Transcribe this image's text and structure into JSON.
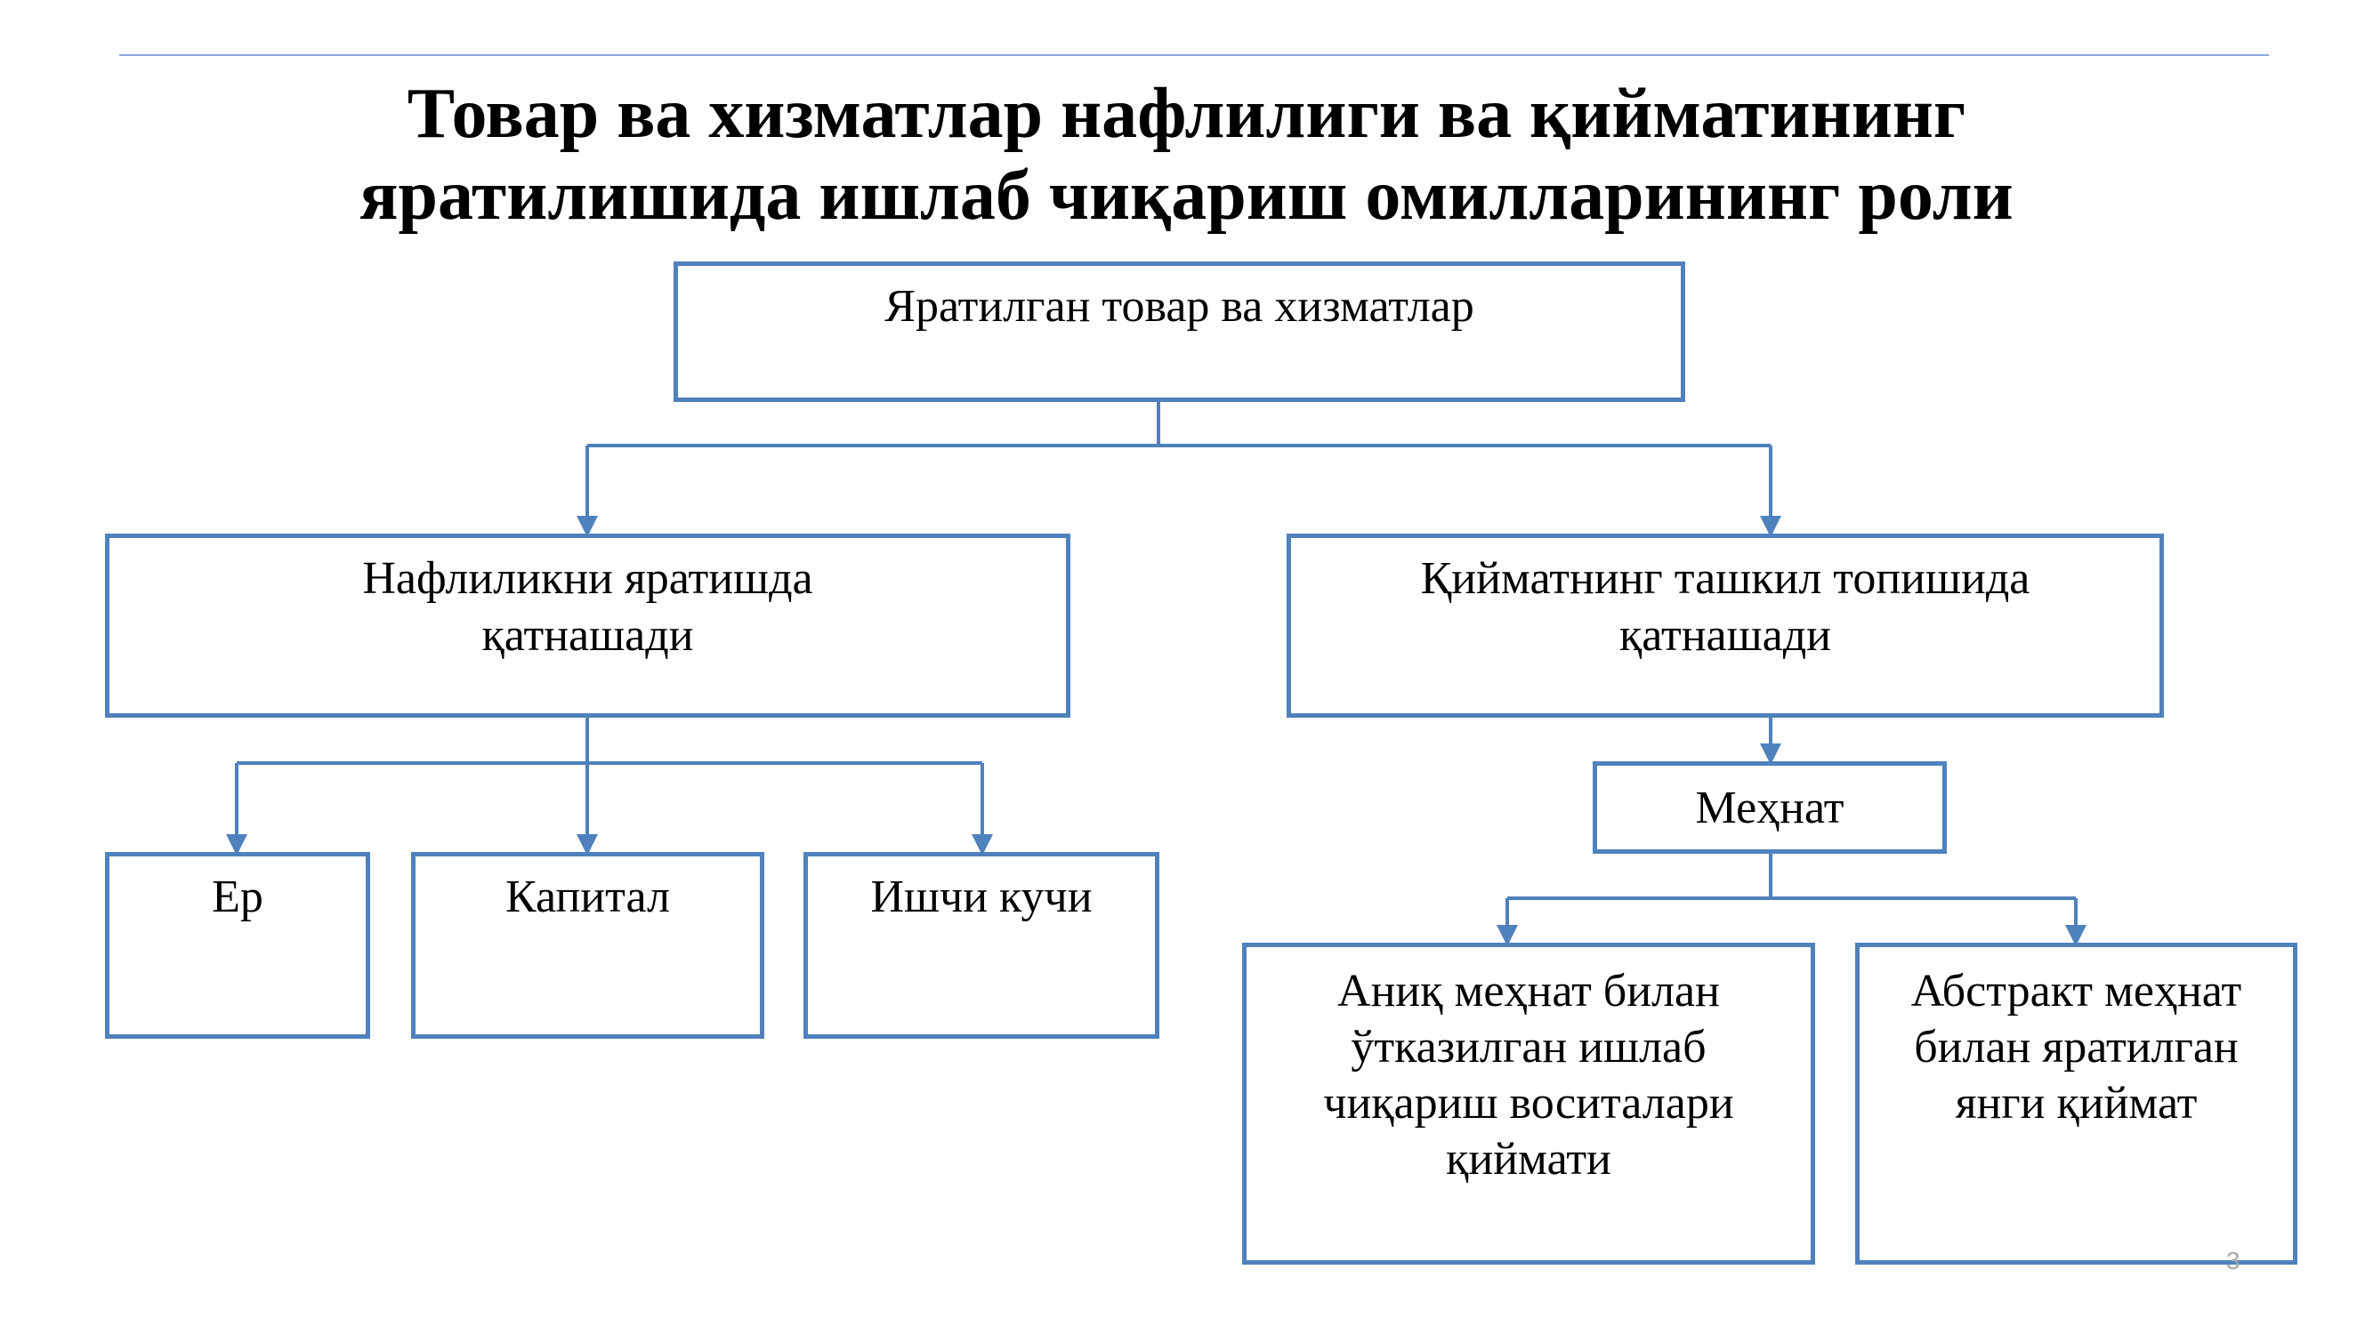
{
  "title": {
    "line1": "Товар ва хизматлар нафлилиги ва қийматининг",
    "line2": "яратилишида ишлаб чиқариш омилларининг роли"
  },
  "nodes": {
    "root": {
      "lines": [
        "Яратилган товар ва хизматлар"
      ]
    },
    "utility": {
      "lines": [
        "Нафлиликни яратишда",
        "қатнашади"
      ]
    },
    "value": {
      "lines": [
        "Қийматнинг ташкил топишида",
        "қатнашади"
      ]
    },
    "land": {
      "lines": [
        "Ер"
      ]
    },
    "capital": {
      "lines": [
        "Капитал"
      ]
    },
    "labor_force": {
      "lines": [
        "Ишчи кучи"
      ]
    },
    "labor": {
      "lines": [
        "Меҳнат"
      ]
    },
    "concrete_labor": {
      "lines": [
        "Аниқ меҳнат билан",
        "ўтказилган ишлаб",
        "чиқариш воситалари",
        "қиймати"
      ]
    },
    "abstract_labor": {
      "lines": [
        "Абстракт меҳнат",
        "билан яратилган",
        "янги қиймат"
      ]
    }
  },
  "slide_number": "3",
  "colors": {
    "box_border": "#4f81bd",
    "connector": "#4f81bd",
    "top_rule": "#8faadc",
    "text": "#000000",
    "slide_number": "#a6a6a6"
  }
}
